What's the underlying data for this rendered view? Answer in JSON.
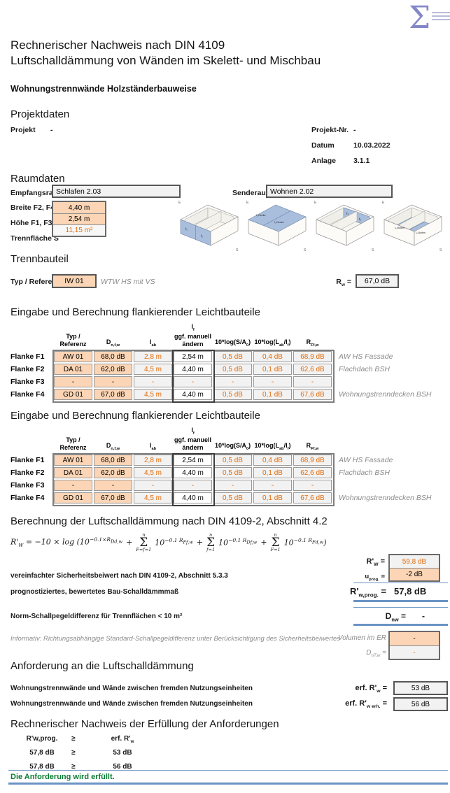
{
  "colors": {
    "orange_fill": "#FBD5B5",
    "orange_text": "#E26B0A",
    "gray_fill": "#F2F2F2",
    "blue_rule": "#6A93C3",
    "green_text": "#0A7D32",
    "diagram_face_blue": "#A9BEDD",
    "logo_purple": "#8487C7"
  },
  "logo": {
    "sigma": "Σ"
  },
  "header": {
    "title_line1": "Rechnerischer Nachweis nach DIN 4109",
    "title_line2": "Luftschalldämmung von Wänden im Skelett- und Mischbau",
    "subtitle": "Wohnungstrennwände Holzständerbauweise"
  },
  "projekt": {
    "heading": "Projektdaten",
    "label": "Projekt",
    "value": "-",
    "nr_label": "Projekt-Nr.",
    "nr_value": "-",
    "datum_label": "Datum",
    "datum_value": "10.03.2022",
    "anlage_label": "Anlage",
    "anlage_value": "3.1.1"
  },
  "raum": {
    "heading": "Raumdaten",
    "empfangsraum_label": "Empfangsraum",
    "empfangsraum_value": "Schlafen 2.03",
    "senderaum_label": "Senderaum",
    "senderaum_value": "Wohnen 2.02",
    "breite_label": "Breite F2, F4",
    "breite_value": "4,40 m",
    "hoehe_label": "Höhe F1, F3",
    "hoehe_value": "2,54 m",
    "flaeche_label": "Trennfläche S",
    "flaeche_value": "11,15 m²",
    "diagrams": {
      "e": "E",
      "s": "S",
      "f1": "f₁",
      "f2": "f₂,Decke",
      "f3": "f₃",
      "f4": "f₄,Boden"
    }
  },
  "trenn": {
    "heading": "Trennbauteil",
    "typ_label": "Typ / Referenz",
    "typ_value": "IW 01",
    "typ_comment": "WTW HS mit VS",
    "rw_base": "R",
    "rw_sub": "w",
    "rw_eq": " =",
    "rw_value": "67,0 dB"
  },
  "flanken": {
    "heading": "Eingabe und Berechnung flankierender Leichtbauteile",
    "headers": {
      "typ": "Typ / Referenz",
      "d_base": "D",
      "d_sub": "n,f,w",
      "lab_base": "l",
      "lab_sub": "ab",
      "lf_base": "l",
      "lf_sub": "f",
      "lf_line2": "ggf. manuell",
      "lf_line3": "ändern",
      "log_s": "10*log(S/A",
      "log_s_sub": "0",
      "close": ")",
      "log_l": "10*log(L",
      "log_l_sub": "ab",
      "log_l_mid": "/l",
      "log_l_sub2": "f",
      "r_base": "R",
      "r_sub": "Ff,w"
    },
    "rows": [
      {
        "label": "Flanke F1",
        "typ": "AW 01",
        "dnfw": "68,0 dB",
        "lab": "2,8 m",
        "lf": "2,54 m",
        "log1": "0,5 dB",
        "log2": "0,4 dB",
        "rffw": "68,9 dB",
        "comment": "AW HS Fassade"
      },
      {
        "label": "Flanke F2",
        "typ": "DA 01",
        "dnfw": "62,0 dB",
        "lab": "4,5 m",
        "lf": "4,40 m",
        "log1": "0,5 dB",
        "log2": "0,1 dB",
        "rffw": "62,6 dB",
        "comment": "Flachdach BSH"
      },
      {
        "label": "Flanke F3",
        "typ": "-",
        "dnfw": "-",
        "lab": "-",
        "lf": "-",
        "log1": "-",
        "log2": "-",
        "rffw": "-",
        "comment": ""
      },
      {
        "label": "Flanke F4",
        "typ": "GD 01",
        "dnfw": "67,0 dB",
        "lab": "4,5 m",
        "lf": "4,40 m",
        "log1": "0,5 dB",
        "log2": "0,1 dB",
        "rffw": "67,6 dB",
        "comment": "Wohnungstrenndecken BSH"
      }
    ]
  },
  "berechnung": {
    "heading": "Berechnung der Luftschalldämmung nach DIN 4109-2, Abschnitt 4.2",
    "formula": {
      "lhs": "R'",
      "lhs_sub": "W",
      "eq1": " = −10 × log (10",
      "exp1": "−0.1×R",
      "exp1_sub": "Dd,w",
      "plus": "+",
      "sigma": "Σ",
      "sum_top": "n",
      "sum1_bot": "F=f=1",
      "sum2_bot": "f=1",
      "sum3_bot": "F=1",
      "base10": "10",
      "exp2": "−0.1 R",
      "exp2_sub": "Ff,w",
      "exp3": "−0.1 R",
      "exp3_sub": "Df,w",
      "exp4": "−0.1 R",
      "exp4_sub": "Fd,w",
      "close": ")"
    },
    "rw_base": "R'",
    "rw_sub": "W",
    "rw_eq": " =",
    "rw_value": "59,8 dB",
    "uprog_base": "u",
    "uprog_sub": "prog.",
    "uprog_eq": " =",
    "uprog_value": "-2 dB",
    "sicherheit_text": "vereinfachter Sicherheitsbeiwert nach DIN 4109-2, Abschnitt 5.3.3",
    "prognose_text": "prognostiziertes, bewertetes Bau-Schalldämmmaß",
    "rwprog_base": "R'",
    "rwprog_sub": "w,prog.",
    "rwprog_eq": " =",
    "rwprog_value": "57,8 dB",
    "norm_text": "Norm-Schallpegeldifferenz für Trennflächen  < 10 m²",
    "dnw_base": "D",
    "dnw_sub": "nw",
    "dnw_eq": " =",
    "dnw_value": "-",
    "informativ_text": "Informativ: Richtungsabhängige Standard-Schallpegeldifferenz unter Berücksichtigung des Sicherheitsbeiwertes",
    "volumen_label": "Volumen im ER",
    "volumen_value": "-",
    "dntw_base": "D",
    "dntw_sub": "nT,w",
    "dntw_eq": " =",
    "dntw_value": "-"
  },
  "anforderung": {
    "heading": "Anforderung an die Luftschalldämmung",
    "row1_text": "Wohnungstrennwände und Wände zwischen fremden Nutzungseinheiten",
    "row2_text": "Wohnungstrennwände und Wände zwischen fremden Nutzungseinheiten",
    "erf1_base": "erf. R'",
    "erf1_sub": "w",
    "erf1_eq": " =",
    "value1": "53 dB",
    "erf2_base": "erf. R'",
    "erf2_sub": "w erh.",
    "erf2_eq": " =",
    "value2": "56 dB"
  },
  "nachweis": {
    "heading": "Rechnerischer Nachweis der Erfüllung der Anforderungen",
    "h1": "R'w,prog.",
    "h2": "≥",
    "h3_base": "erf. R'",
    "h3_sub": "w",
    "r1c1": "57,8 dB",
    "r1c2": "≥",
    "r1c3": "53 dB",
    "r2c1": "57,8 dB",
    "r2c2": "≥",
    "r2c3": "56 dB",
    "result": "Die Anforderung wird erfüllt."
  }
}
